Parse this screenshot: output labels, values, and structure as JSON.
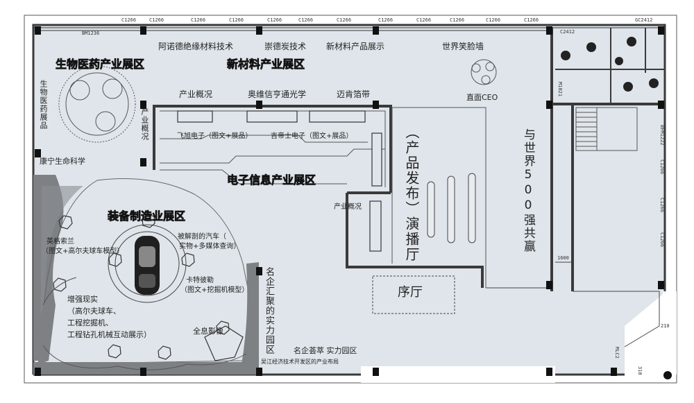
{
  "zones": {
    "bio": "生物医药产业展区",
    "newmat": "新材料产业展区",
    "elec": "电子信息产业展区",
    "equip": "装备制造业展区"
  },
  "labels": {
    "arnold": "阿诺德绝缘材料技术",
    "chongde": "崇德炭技术",
    "newmat_show": "新材料产品展示",
    "smile_wall": "世界笑脸墙",
    "overview_top": "产业概况",
    "aowei": "奥维信亨通光学",
    "maiken": "迈肯箔带",
    "ceo": "直面CEO",
    "feixu": "飞旭电子（图文+展品）",
    "jidishi": "吉帝士电子（图文+展品）",
    "overview_mid": "产业概况",
    "overview_left": "产业概况",
    "bio_exhibit": "生物医药展品",
    "kangning": "康宁生命科学",
    "yingge": "英格索兰",
    "yingge2": "（图文+高尔夫球车模型）",
    "car1": "被解剖的汽车（",
    "car2": "实物+多媒体查询）",
    "cat1": "卡特彼勒",
    "cat2": "（图文+挖掘机模型）",
    "ar1": "增强现实",
    "ar2": "（高尔夫球车、",
    "ar3": "工程挖掘机、",
    "ar4": "工程钻孔机械互动展示）",
    "holo": "全息影像",
    "famous": "名企汇聚的实力园区",
    "mingqi": "名企荟萃  实力园区",
    "wujiang": "吴江经济技术开发区的产业布局",
    "launch": "（产品发布）演播厅",
    "world": "与世界500强共赢",
    "lobby": "序厅"
  },
  "dims": {
    "c1266": "C1266",
    "bm1236": "BM1236",
    "c2412": "C2412",
    "gc2412": "GC2412",
    "m1021": "M1021",
    "bfm1222": "BFM1222",
    "mlc2": "MLC2",
    "d1600": "1600",
    "d210": "210",
    "d310": "310"
  },
  "colors": {
    "floor": "#dfe5ea",
    "wall": "#3a3a3a",
    "dark_panel": "#7d8184",
    "pillar": "#111111"
  }
}
